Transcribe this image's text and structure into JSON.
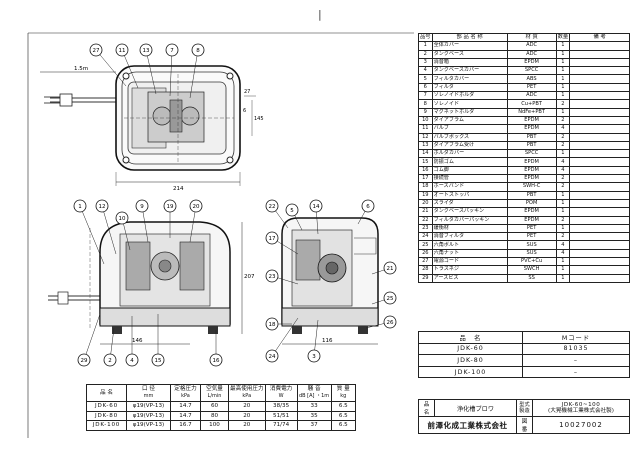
{
  "page_mark": "|",
  "parts_table": {
    "headers": [
      "品号",
      "部 品 名 称",
      "材 質",
      "数量",
      "備 考"
    ],
    "rows": [
      [
        "1",
        "全体カバー",
        "ADC",
        "1",
        ""
      ],
      [
        "2",
        "タンクベース",
        "ADC",
        "1",
        ""
      ],
      [
        "3",
        "消音箱",
        "EPDM",
        "1",
        ""
      ],
      [
        "4",
        "タンクベースカバー",
        "SPCC",
        "1",
        ""
      ],
      [
        "5",
        "フィルタカバー",
        "ABS",
        "1",
        ""
      ],
      [
        "6",
        "フィルタ",
        "PET",
        "1",
        ""
      ],
      [
        "7",
        "ソレノイドホルダ",
        "ADC",
        "1",
        ""
      ],
      [
        "8",
        "ソレノイド",
        "Cu+PBT",
        "2",
        ""
      ],
      [
        "9",
        "マグネットホルダ",
        "NdFe+PBT",
        "1",
        ""
      ],
      [
        "10",
        "ダイアフラム",
        "EPDM",
        "2",
        ""
      ],
      [
        "11",
        "バルブ",
        "EPDM",
        "4",
        ""
      ],
      [
        "12",
        "バルブボックス",
        "PBT",
        "2",
        ""
      ],
      [
        "13",
        "ダイアフラム受け",
        "PBT",
        "2",
        ""
      ],
      [
        "14",
        "ホルダカバー",
        "SPCC",
        "1",
        ""
      ],
      [
        "15",
        "防振ゴム",
        "EPDM",
        "4",
        ""
      ],
      [
        "16",
        "ゴム脚",
        "EPDM",
        "4",
        ""
      ],
      [
        "17",
        "接続管",
        "EPDM",
        "2",
        ""
      ],
      [
        "18",
        "ホースバンド",
        "SWH-C",
        "2",
        ""
      ],
      [
        "19",
        "オートストッパ",
        "PBT",
        "1",
        ""
      ],
      [
        "20",
        "スライダ",
        "POM",
        "1",
        ""
      ],
      [
        "21",
        "タンクベースパッキン",
        "EPDM",
        "1",
        ""
      ],
      [
        "22",
        "フィルタカバーパッキン",
        "EPDM",
        "2",
        ""
      ],
      [
        "23",
        "緩衝材",
        "PET",
        "1",
        ""
      ],
      [
        "24",
        "消音フィルタ",
        "PET",
        "2",
        ""
      ],
      [
        "25",
        "六角ボルト",
        "SUS",
        "4",
        ""
      ],
      [
        "26",
        "六角ナット",
        "SUS",
        "4",
        ""
      ],
      [
        "27",
        "電源コード",
        "PVC+Cu",
        "1",
        ""
      ],
      [
        "28",
        "トラスネジ",
        "SWCH",
        "1",
        ""
      ],
      [
        "29",
        "アースビス",
        "SS",
        "1",
        ""
      ]
    ]
  },
  "spec_table": {
    "headers": [
      {
        "label": "品 名",
        "unit": ""
      },
      {
        "label": "口 径",
        "unit": "mm"
      },
      {
        "label": "定格圧力",
        "unit": "kPa"
      },
      {
        "label": "空気量",
        "unit": "L/min"
      },
      {
        "label": "最高使用圧力",
        "unit": "kPa"
      },
      {
        "label": "消費電力",
        "unit": "W"
      },
      {
        "label": "騒 音",
        "unit": "dB [A] ・1m"
      },
      {
        "label": "質 量",
        "unit": "kg"
      }
    ],
    "rows": [
      [
        "JDK-60",
        "φ19(VP-13)",
        "14.7",
        "60",
        "20",
        "38/35",
        "33",
        "6.5"
      ],
      [
        "JDK-80",
        "φ19(VP-13)",
        "14.7",
        "80",
        "20",
        "51/51",
        "35",
        "6.5"
      ],
      [
        "JDK-100",
        "φ19(VP-13)",
        "16.7",
        "100",
        "20",
        "71/74",
        "37",
        "6.5"
      ]
    ]
  },
  "mcode_table": {
    "headers": [
      "品　名",
      "Mコード"
    ],
    "rows": [
      [
        "JDK-60",
        "81035"
      ],
      [
        "JDK-80",
        "–"
      ],
      [
        "JDK-100",
        "–"
      ]
    ]
  },
  "title_block": {
    "name_label": "品名",
    "name_value": "浄化槽ブロワ",
    "model_label": "型式",
    "model_value": "JDK-60~100",
    "maker_label": "製造",
    "maker_value": "(大晃機械工業株式会社製)",
    "company": "前澤化成工業株式会社",
    "drawing_label": "図番",
    "drawing_number": "10027002"
  },
  "dimensions": {
    "cord_length": "1.5m",
    "top_width": "214",
    "top_d1": "27",
    "top_d2": "145",
    "top_d3": "6",
    "front_width": "146",
    "front_height": "207",
    "side_width": "116"
  },
  "balloons": {
    "top": [
      "27",
      "11",
      "13",
      "7",
      "8"
    ],
    "front": [
      "1",
      "12",
      "10",
      "9",
      "19",
      "20",
      "29",
      "2",
      "4",
      "15",
      "16"
    ],
    "side": [
      "22",
      "5",
      "14",
      "6",
      "17",
      "23",
      "21",
      "25",
      "18",
      "24",
      "3",
      "26"
    ]
  }
}
